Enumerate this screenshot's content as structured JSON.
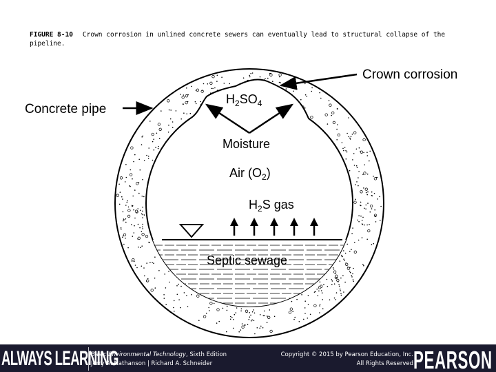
{
  "caption": {
    "figure_label": "FIGURE 8-10",
    "text": "Crown corrosion in unlined concrete sewers can eventually lead to structural collapse of the pipeline."
  },
  "diagram": {
    "labels": {
      "crown_corrosion": "Crown corrosion",
      "concrete_pipe": "Concrete pipe",
      "acid": "H2SO4",
      "moisture": "Moisture",
      "air": "Air (O2)",
      "gas": "H2S gas",
      "sewage": "Septic sewage"
    }
  },
  "footer": {
    "brand_left": "ALWAYS LEARNING",
    "book_title": "Basic Environmental Technology",
    "book_edition": ", Sixth Edition",
    "authors": "Jerry A. Nathanson | Richard A. Schneider",
    "copyright": "Copyright © 2015 by Pearson Education, Inc.",
    "rights": "All Rights Reserved",
    "brand_right": "PEARSON"
  },
  "colors": {
    "footer_bg": "#1a1a2e",
    "ink": "#000000"
  }
}
